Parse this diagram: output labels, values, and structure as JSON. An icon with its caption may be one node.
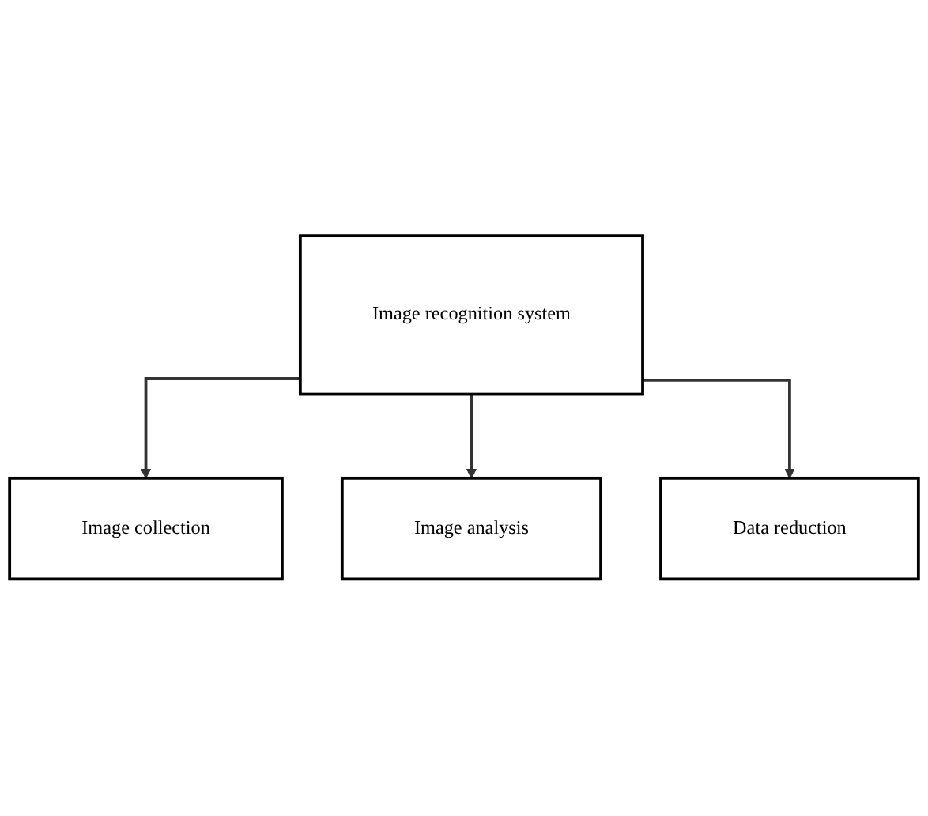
{
  "diagram": {
    "nodes": [
      {
        "text": [
          "Image recognition system"
        ]
      },
      {
        "text": [
          "Image collection"
        ]
      },
      {
        "text": [
          "Image analysis"
        ]
      },
      {
        "text": [
          "Data reduction"
        ]
      }
    ],
    "edges": [
      {
        "from": 0,
        "to": 1,
        "arrow": "to"
      },
      {
        "from": 0,
        "to": 2,
        "arrow": "to"
      },
      {
        "from": 0,
        "to": 3,
        "arrow": "to"
      }
    ]
  }
}
